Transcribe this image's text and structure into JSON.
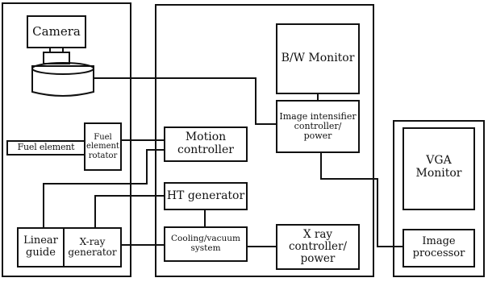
{
  "labels": {
    "camera": "Camera",
    "bw_monitor": "B/W Monitor",
    "image_intensifier": "Image intensifier\ncontroller/\npower",
    "fuel_element": "Fuel element",
    "fuel_element_rotator": "Fuel\nelement\nrotator",
    "motion_controller": "Motion\ncontroller",
    "ht_generator": "HT generator",
    "cooling_vacuum": "Cooling/vacuum\nsystem",
    "xray_controller": "X ray\ncontroller/\npower",
    "linear_guide": "Linear\nguide",
    "xray_generator": "X-ray\ngenerator",
    "vga_monitor": "VGA\nMonitor",
    "image_processor": "Image\nprocessor"
  },
  "colors": {
    "line": "#111111",
    "background": "#ffffff"
  }
}
